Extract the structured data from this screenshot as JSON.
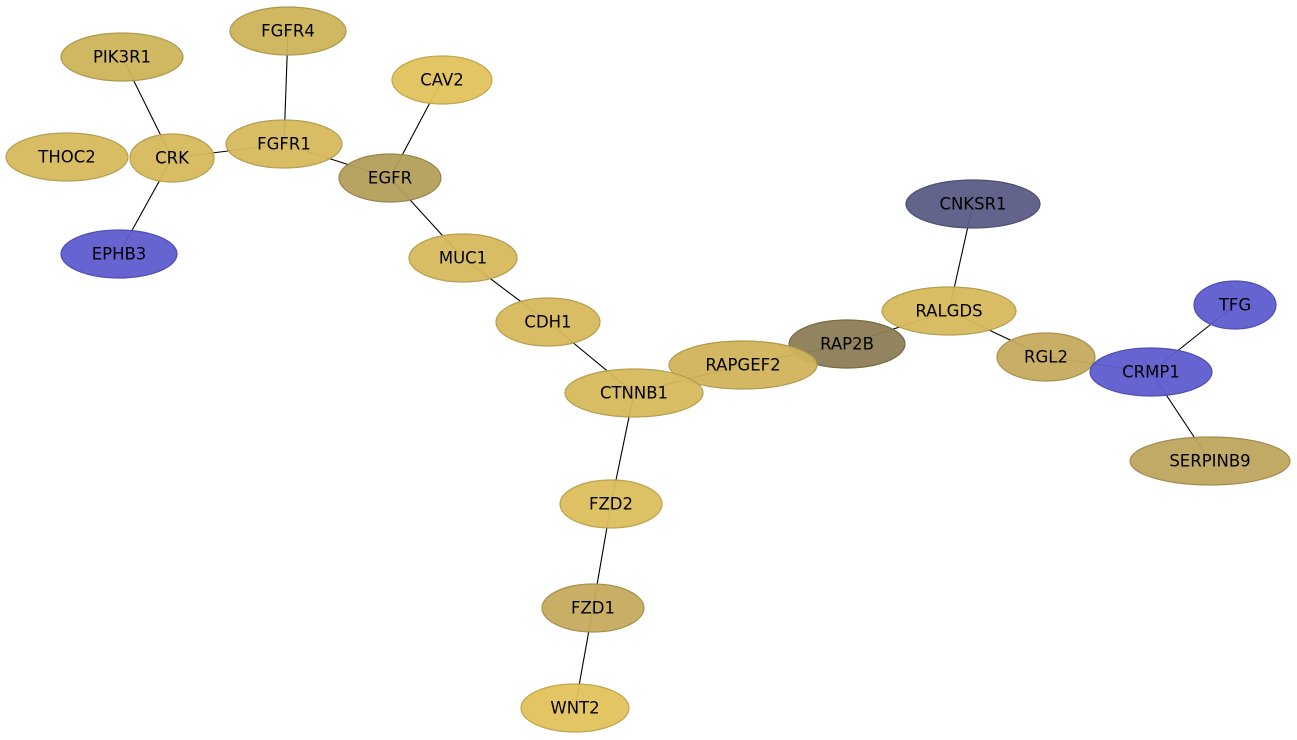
{
  "diagram": {
    "type": "network",
    "nodes": [
      {
        "id": "FGFR4",
        "label": "FGFR4",
        "color": "#cdb35a"
      },
      {
        "id": "PIK3R1",
        "label": "PIK3R1",
        "color": "#cdb35a"
      },
      {
        "id": "CAV2",
        "label": "CAV2",
        "color": "#e3c25c"
      },
      {
        "id": "THOC2",
        "label": "THOC2",
        "color": "#d6b95d"
      },
      {
        "id": "CRK",
        "label": "CRK",
        "color": "#d6b95d"
      },
      {
        "id": "FGFR1",
        "label": "FGFR1",
        "color": "#d6b95d"
      },
      {
        "id": "EGFR",
        "label": "EGFR",
        "color": "#b39f5b"
      },
      {
        "id": "EPHB3",
        "label": "EPHB3",
        "color": "#5e5ccf"
      },
      {
        "id": "MUC1",
        "label": "MUC1",
        "color": "#d6b95d"
      },
      {
        "id": "CNKSR1",
        "label": "CNKSR1",
        "color": "#5b5c86"
      },
      {
        "id": "TFG",
        "label": "TFG",
        "color": "#5e5ccf"
      },
      {
        "id": "CDH1",
        "label": "CDH1",
        "color": "#d6b95d"
      },
      {
        "id": "RALGDS",
        "label": "RALGDS",
        "color": "#d6b95d"
      },
      {
        "id": "RAP2B",
        "label": "RAP2B",
        "color": "#8b7d55"
      },
      {
        "id": "RAPGEF2",
        "label": "RAPGEF2",
        "color": "#d1b35a"
      },
      {
        "id": "RGL2",
        "label": "RGL2",
        "color": "#c6ab5d"
      },
      {
        "id": "CRMP1",
        "label": "CRMP1",
        "color": "#5e5ccf"
      },
      {
        "id": "CTNNB1",
        "label": "CTNNB1",
        "color": "#d6b95d"
      },
      {
        "id": "SERPINB9",
        "label": "SERPINB9",
        "color": "#bea55d"
      },
      {
        "id": "FZD2",
        "label": "FZD2",
        "color": "#dcbd5d"
      },
      {
        "id": "FZD1",
        "label": "FZD1",
        "color": "#c6ab5d"
      },
      {
        "id": "WNT2",
        "label": "WNT2",
        "color": "#e3c25c"
      }
    ],
    "edges": [
      [
        "PIK3R1",
        "CRK"
      ],
      [
        "CRK",
        "EPHB3"
      ],
      [
        "CRK",
        "FGFR1"
      ],
      [
        "FGFR4",
        "FGFR1"
      ],
      [
        "FGFR1",
        "EGFR"
      ],
      [
        "CAV2",
        "EGFR"
      ],
      [
        "EGFR",
        "MUC1"
      ],
      [
        "MUC1",
        "CDH1"
      ],
      [
        "CDH1",
        "CTNNB1"
      ],
      [
        "CTNNB1",
        "RAPGEF2"
      ],
      [
        "CTNNB1",
        "FZD2"
      ],
      [
        "FZD2",
        "FZD1"
      ],
      [
        "FZD1",
        "WNT2"
      ],
      [
        "RAPGEF2",
        "RAP2B"
      ],
      [
        "RAP2B",
        "RALGDS"
      ],
      [
        "CNKSR1",
        "RALGDS"
      ],
      [
        "RALGDS",
        "RGL2"
      ],
      [
        "RGL2",
        "CRMP1"
      ],
      [
        "CRMP1",
        "TFG"
      ],
      [
        "CRMP1",
        "SERPINB9"
      ]
    ]
  }
}
